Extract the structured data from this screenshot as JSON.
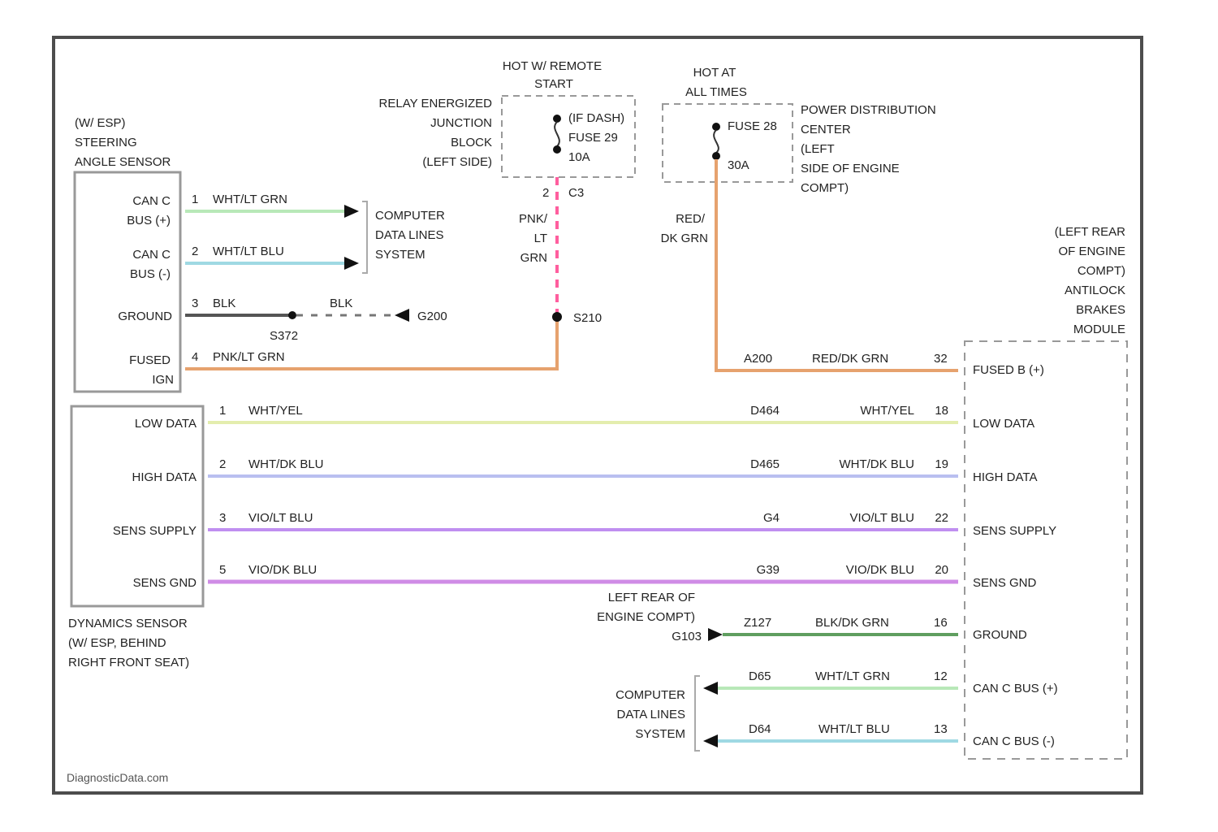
{
  "watermark": "DiagnosticData.com",
  "steering_sensor": {
    "label": [
      "(W/ ESP)",
      "STEERING",
      "ANGLE SENSOR"
    ],
    "pins": [
      {
        "num": "1",
        "name": [
          "CAN C",
          "BUS (+)"
        ],
        "wire": "WHT/LT GRN"
      },
      {
        "num": "2",
        "name": [
          "CAN C",
          "BUS (-)"
        ],
        "wire": "WHT/LT BLU"
      },
      {
        "num": "3",
        "name": [
          "GROUND"
        ],
        "wire": "BLK"
      },
      {
        "num": "4",
        "name": [
          "FUSED",
          "IGN"
        ],
        "wire": "PNK/LT GRN"
      }
    ]
  },
  "computer_data_top": [
    "COMPUTER",
    "DATA LINES",
    "SYSTEM"
  ],
  "ground_splice": {
    "splice": "S372",
    "wire": "BLK",
    "ground": "G200"
  },
  "hot_remote": {
    "label": [
      "HOT W/ REMOTE",
      "START"
    ],
    "relay_label": [
      "RELAY ENERGIZED",
      "JUNCTION",
      "BLOCK",
      "(LEFT SIDE)"
    ],
    "fuse": [
      "(IF DASH)",
      "FUSE 29",
      "10A"
    ],
    "connector": "C3",
    "wire": [
      "PNK/",
      "LT",
      "GRN"
    ],
    "splice": "S210"
  },
  "hot_always": {
    "label": [
      "HOT AT",
      "ALL TIMES"
    ],
    "fuse": [
      "FUSE 28",
      "30A"
    ],
    "pdc_label": [
      "POWER DISTRIBUTION",
      "CENTER",
      "(LEFT",
      "SIDE OF ENGINE",
      "COMPT)"
    ],
    "wire": [
      "RED/",
      "DK GRN"
    ]
  },
  "abs_module": {
    "label": [
      "(LEFT REAR",
      "OF ENGINE",
      "COMPT)",
      "ANTILOCK",
      "BRAKES",
      "MODULE"
    ],
    "circuit": "A200",
    "wire": "RED/DK GRN",
    "pin": "32",
    "pin_name": "FUSED B (+)"
  },
  "dynamics_sensor": {
    "label": [
      "DYNAMICS SENSOR",
      "(W/ ESP, BEHIND",
      "RIGHT FRONT SEAT)"
    ]
  },
  "data_lines": [
    {
      "left_name": "LOW DATA",
      "left_pin": "1",
      "left_wire": "WHT/YEL",
      "circuit": "D464",
      "right_wire": "WHT/YEL",
      "right_pin": "18",
      "right_name": "LOW DATA",
      "color": "#e4edae"
    },
    {
      "left_name": "HIGH DATA",
      "left_pin": "2",
      "left_wire": "WHT/DK BLU",
      "circuit": "D465",
      "right_wire": "WHT/DK BLU",
      "right_pin": "19",
      "right_name": "HIGH DATA",
      "color": "#b9bff0"
    },
    {
      "left_name": "SENS SUPPLY",
      "left_pin": "3",
      "left_wire": "VIO/LT BLU",
      "circuit": "G4",
      "right_wire": "VIO/LT BLU",
      "right_pin": "22",
      "right_name": "SENS SUPPLY",
      "color": "#c08ff0"
    },
    {
      "left_name": "SENS GND",
      "left_pin": "5",
      "left_wire": "VIO/DK BLU",
      "circuit": "G39",
      "right_wire": "VIO/DK BLU",
      "right_pin": "20",
      "right_name": "SENS GND",
      "color": "#cf8ce6"
    }
  ],
  "ground_right": {
    "label": [
      "LEFT REAR OF",
      "ENGINE COMPT)"
    ],
    "ground": "G103",
    "circuit": "Z127",
    "wire": "BLK/DK GRN",
    "pin": "16",
    "pin_name": "GROUND"
  },
  "computer_data_bottom": [
    "COMPUTER",
    "DATA LINES",
    "SYSTEM"
  ],
  "can_right": [
    {
      "circuit": "D65",
      "wire": "WHT/LT GRN",
      "pin": "12",
      "pin_name": "CAN C BUS (+)"
    },
    {
      "circuit": "D64",
      "wire": "WHT/LT BLU",
      "pin": "13",
      "pin_name": "CAN C BUS (-)"
    }
  ],
  "colors": {
    "frame": "#4d4d4d",
    "can_plus": "#b8e8b8",
    "can_minus": "#9fd9e3",
    "pnk_grn": "#ff5e9e",
    "orange": "#e6a26e",
    "ground_green": "#5f9e5f"
  }
}
